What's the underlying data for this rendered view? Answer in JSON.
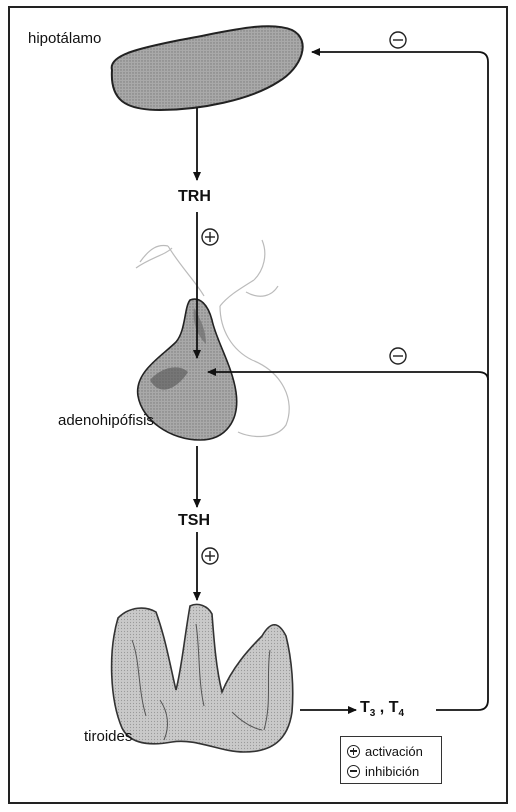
{
  "organs": {
    "hypothalamus": "hipotálamo",
    "adenohypophysis": "adenohipófisis",
    "thyroid": "tiroides"
  },
  "hormones": {
    "trh": "TRH",
    "tsh": "TSH",
    "t3": "T",
    "t3_sub": "3",
    "separator": " , ",
    "t4": "T",
    "t4_sub": "4"
  },
  "legend": {
    "activation": "activación",
    "inhibition": "inhibición"
  }
}
